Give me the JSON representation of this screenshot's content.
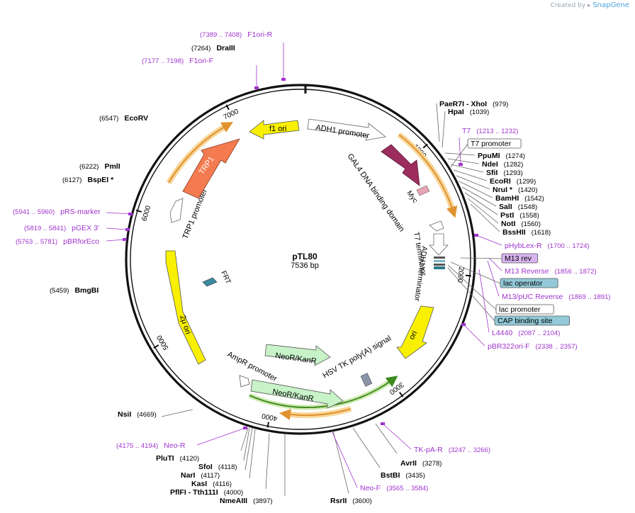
{
  "credit": {
    "prefix": "Created by",
    "brand": "SnapGene"
  },
  "plasmid": {
    "name": "pTL80",
    "length_label": "7536 bp",
    "length": 7536
  },
  "colors": {
    "backbone": "#111111",
    "primer": "#a033cc",
    "enzyme": "#000000",
    "feature_orange": "#e0922f",
    "feature_glow": "#f8d79a"
  },
  "ticks": [
    {
      "bp": 1000,
      "label": "1000"
    },
    {
      "bp": 2000,
      "label": "2000"
    },
    {
      "bp": 3000,
      "label": "3000"
    },
    {
      "bp": 4000,
      "label": "4000"
    },
    {
      "bp": 5000,
      "label": "5000"
    },
    {
      "bp": 6000,
      "label": "6000"
    },
    {
      "bp": 7000,
      "label": "7000"
    }
  ],
  "enzymes_right": [
    {
      "name": "PaeR7I   - XhoI",
      "pos": "(979)"
    },
    {
      "name": "HpaI",
      "pos": "(1039)"
    },
    {
      "name": "PpuMI",
      "pos": "(1274)"
    },
    {
      "name": "NdeI",
      "pos": "(1282)"
    },
    {
      "name": "SfiI",
      "pos": "(1293)"
    },
    {
      "name": "EcoRI",
      "pos": "(1299)"
    },
    {
      "name": "NruI *",
      "pos": "(1420)"
    },
    {
      "name": "BamHI",
      "pos": "(1542)"
    },
    {
      "name": "SalI",
      "pos": "(1548)"
    },
    {
      "name": "PstI",
      "pos": "(1558)"
    },
    {
      "name": "NotI",
      "pos": "(1560)"
    },
    {
      "name": "BssHII",
      "pos": "(1618)"
    }
  ],
  "enzymes_bottom": [
    {
      "name": "AvrII",
      "pos": "(3278)"
    },
    {
      "name": "BstBI",
      "pos": "(3435)"
    },
    {
      "name": "RsrII",
      "pos": "(3600)"
    },
    {
      "name": "NmeAIII",
      "pos": "(3897)"
    },
    {
      "name": "PflFI   - Tth111I",
      "pos": "(4000)"
    },
    {
      "name": "KasI",
      "pos": "(4116)"
    },
    {
      "name": "NarI",
      "pos": "(4117)"
    },
    {
      "name": "SfoI",
      "pos": "(4118)"
    },
    {
      "name": "PluTI",
      "pos": "(4120)"
    },
    {
      "name": "NsiI",
      "pos": "(4669)"
    }
  ],
  "enzymes_left": [
    {
      "name": "BmgBI",
      "pos": "(5459)"
    },
    {
      "name": "BspEI *",
      "pos": "(6127)"
    },
    {
      "name": "PmlI",
      "pos": "(6222)"
    },
    {
      "name": "EcoRV",
      "pos": "(6547)"
    },
    {
      "name": "DraIII",
      "pos": "(7264)"
    }
  ],
  "primers": [
    {
      "name": "F1ori-R",
      "pos": "(7389 .. 7408)"
    },
    {
      "name": "F1ori-F",
      "pos": "(7177 .. 7198)"
    },
    {
      "name": "T7",
      "pos": "(1213 .. 1232)"
    },
    {
      "name": "pHybLex-R",
      "pos": "(1700 .. 1724)"
    },
    {
      "name": "M13 Reverse",
      "pos": "(1856 .. 1872)"
    },
    {
      "name": "M13/pUC Reverse",
      "pos": "(1869 .. 1891)"
    },
    {
      "name": "L4440",
      "pos": "(2087 .. 2104)"
    },
    {
      "name": "pBR322ori-F",
      "pos": "(2338 .. 2357)"
    },
    {
      "name": "TK-pA-R",
      "pos": "(3247 .. 3266)"
    },
    {
      "name": "Neo-F",
      "pos": "(3565 .. 3584)"
    },
    {
      "name": "Neo-R",
      "pos": "(4175 .. 4194)"
    },
    {
      "name": "pRS-marker",
      "pos": "(5941 .. 5960)"
    },
    {
      "name": "pGEX 3'",
      "pos": "(5819 .. 5841)"
    },
    {
      "name": "pBRforEco",
      "pos": "(5763 .. 5781)"
    }
  ],
  "boxed_features": [
    {
      "name": "T7 promoter",
      "style": "white"
    },
    {
      "name": "M13 rev",
      "style": "purple"
    },
    {
      "name": "lac operator",
      "style": "teal"
    },
    {
      "name": "lac promoter",
      "style": "white"
    },
    {
      "name": "CAP binding site",
      "style": "teal"
    }
  ],
  "features": {
    "adh1_promoter": "ADH1 promoter",
    "gal4": "GAL4 DNA binding domain",
    "myc": "Myc",
    "t7_terminator": "T7 terminator",
    "adh1_terminator": "ADH1 terminator",
    "ori": "ori",
    "hsv_tk": "HSV TK poly(A) signal",
    "neo_outer": "NeoR/KanR",
    "neo_inner": "NeoR/KanR",
    "ampr_promoter": "AmpR promoter",
    "two_micron": "2μ ori",
    "frt": "FRT",
    "trp1_promoter": "TRP1 promoter",
    "trp1": "TRP1",
    "f1_ori": "f1 ori"
  }
}
